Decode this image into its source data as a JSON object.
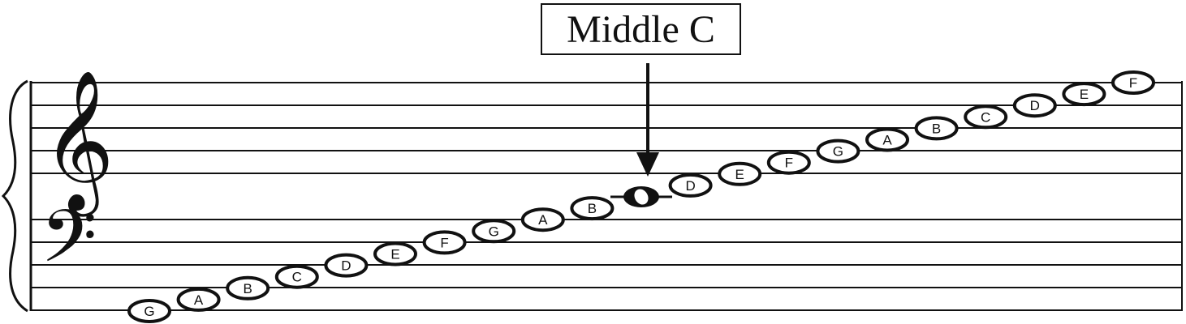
{
  "callout": {
    "label": "Middle C"
  },
  "icons": {
    "treble_clef": "treble-clef-icon",
    "bass_clef": "bass-clef-icon",
    "treble_glyph": "𝄞",
    "bass_glyph": "𝄢"
  },
  "notes": [
    {
      "name": "G",
      "labeled": true
    },
    {
      "name": "A",
      "labeled": true
    },
    {
      "name": "B",
      "labeled": true
    },
    {
      "name": "C",
      "labeled": true
    },
    {
      "name": "D",
      "labeled": true
    },
    {
      "name": "E",
      "labeled": true
    },
    {
      "name": "F",
      "labeled": true
    },
    {
      "name": "G",
      "labeled": true
    },
    {
      "name": "A",
      "labeled": true
    },
    {
      "name": "B",
      "labeled": true
    },
    {
      "name": "C",
      "labeled": false,
      "middle_c": true
    },
    {
      "name": "D",
      "labeled": true
    },
    {
      "name": "E",
      "labeled": true
    },
    {
      "name": "F",
      "labeled": true
    },
    {
      "name": "G",
      "labeled": true
    },
    {
      "name": "A",
      "labeled": true
    },
    {
      "name": "B",
      "labeled": true
    },
    {
      "name": "C",
      "labeled": true
    },
    {
      "name": "D",
      "labeled": true
    },
    {
      "name": "E",
      "labeled": true
    },
    {
      "name": "F",
      "labeled": true
    }
  ]
}
